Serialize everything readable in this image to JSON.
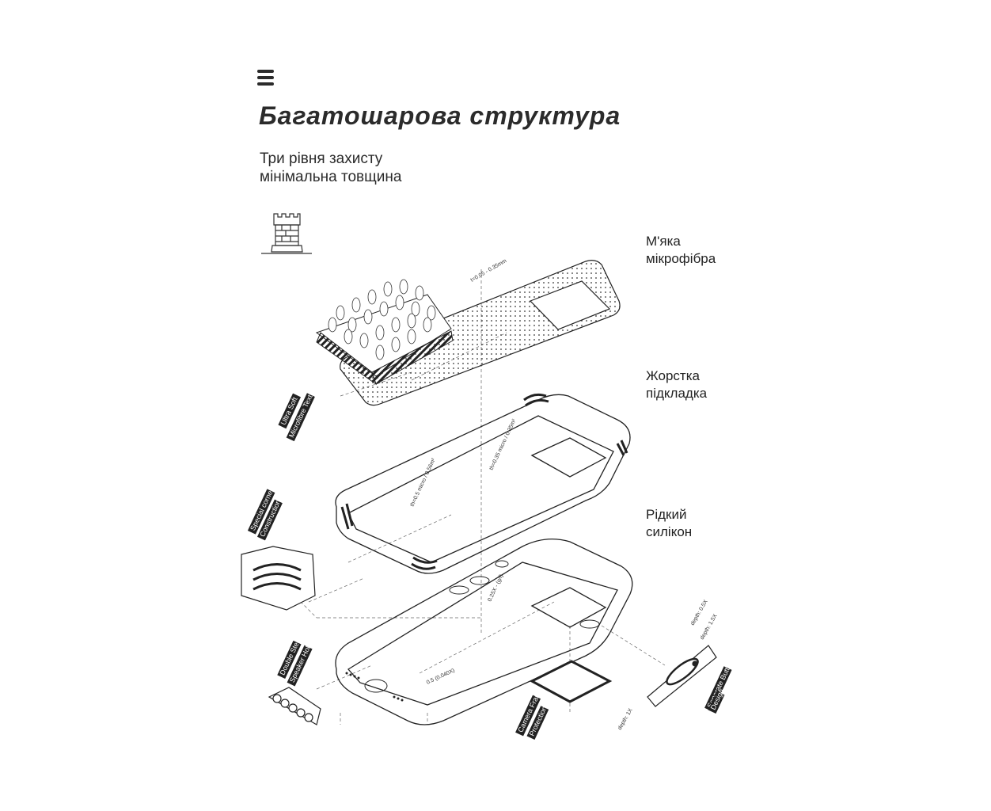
{
  "header": {
    "menu_icon": "hamburger-icon",
    "title": "Багатошарова структура",
    "subtitle_line1": "Три рівня захисту",
    "subtitle_line2": "мінімальна товщина"
  },
  "layers": [
    {
      "line1": "М'яка",
      "line2": "мікрофібра"
    },
    {
      "line1": "Жорстка",
      "line2": "підкладка"
    },
    {
      "line1": "Рідкий",
      "line2": "силікон"
    }
  ],
  "tags": {
    "microfibre_1": "Ultra Soft",
    "microfibre_2": "Microfibre Texture",
    "corner_1": "Special corner",
    "corner_2": "Construction",
    "speaker_1": "Double Steel",
    "speaker_2": "Speaker Hole",
    "frame_1": "Camera Frame",
    "frame_2": "Protection",
    "button_1": "Separate Button",
    "button_2": "Design"
  },
  "dims": {
    "microfibre_thickness": "t=0.05 - 0.35mm",
    "plate_thickness": "th=0.35 micro / 0.35m²",
    "silicone_thickness": "th=0.5 micro / 0.56m²",
    "edge": "0.25X - (g/f)",
    "bottom": "0.5 (0.040X)",
    "depth_05": "depth: 0.5X",
    "depth_15": "depth: 1.5X",
    "depth_1": "depth: 1X"
  },
  "icons": {
    "tower": "castle-tower-icon"
  }
}
